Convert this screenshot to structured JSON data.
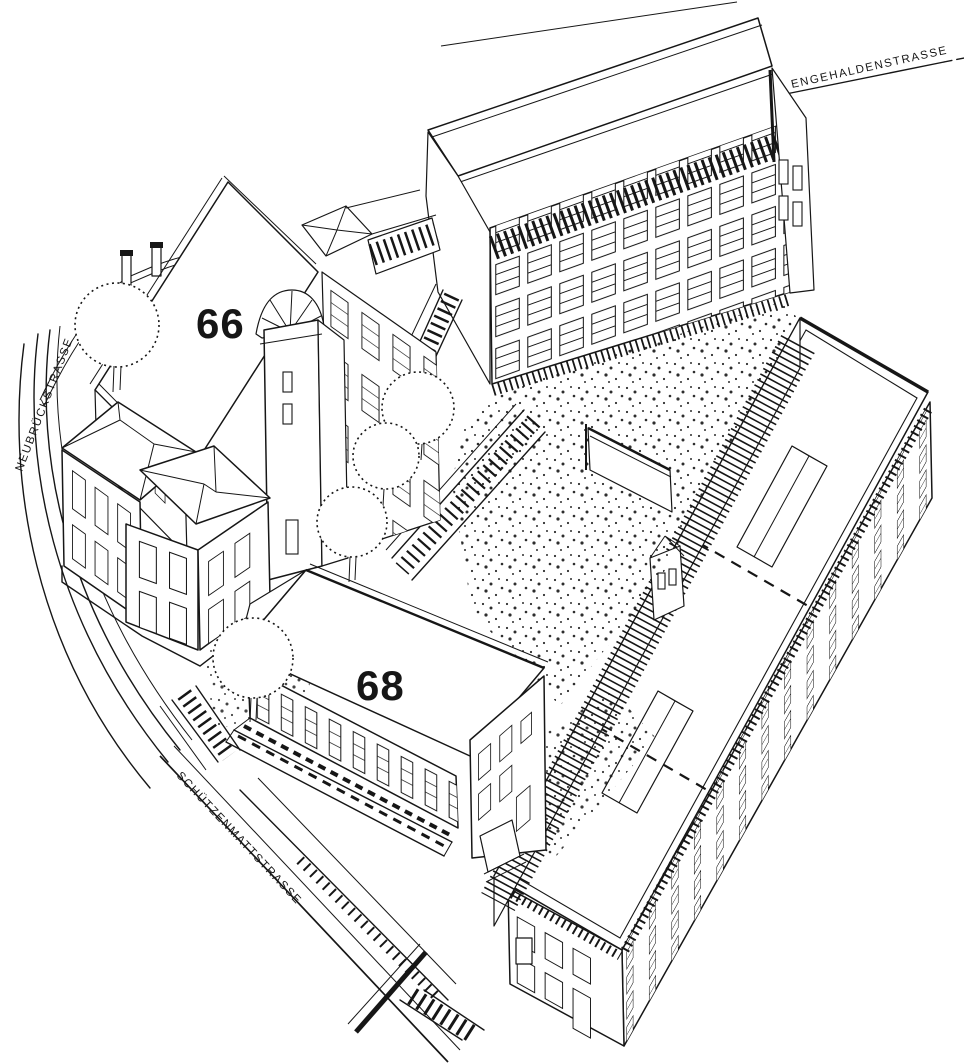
{
  "drawing": {
    "ink_color": "#161616",
    "paper_color": "#ffffff",
    "streets": {
      "engehaldenstrasse": "ENGEHALDENSTRASSE",
      "neubrueckstrasse": "NEUBRÜCKSTRASSE",
      "schuetzenmattstrasse": "SCHÜTZENMATTSTRASSE"
    },
    "buildings": {
      "b66": "66",
      "b68": "68"
    }
  }
}
